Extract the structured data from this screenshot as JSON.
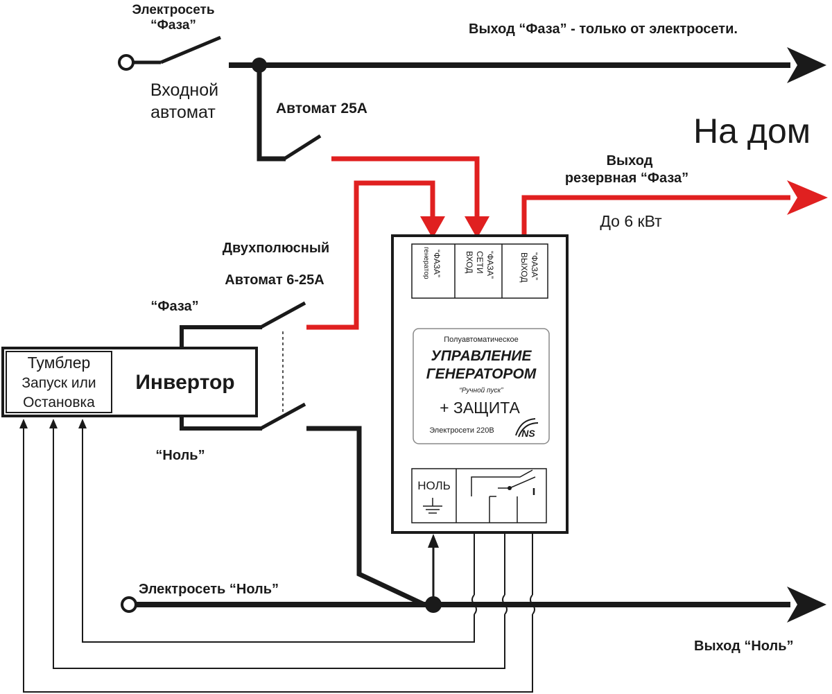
{
  "labels": {
    "mains_phase_line1": "Электросеть",
    "mains_phase_line2": "“Фаза”",
    "input_breaker_line1": "Входной",
    "input_breaker_line2": "автомат",
    "output_phase_mains": "Выход  “Фаза” -  только от электросети.",
    "breaker_25a": "Автомат 25А",
    "to_house": "На дом",
    "reserve_line1": "Выход",
    "reserve_line2": "резервная “Фаза”",
    "up_to_6kw": "До 6 кВт",
    "double_pole_line1": "Двухполюсный",
    "double_pole_line2": "Автомат   6-25А",
    "phase_quote": "“Фаза”",
    "neutral_quote": "“Ноль”",
    "toggle_line1": "Тумблер",
    "toggle_line2": "Запуск или",
    "toggle_line3": "Остановка",
    "inverter": "Инвертор",
    "mains_neutral": "Электросеть  “Ноль”",
    "output_neutral": "Выход  “Ноль”"
  },
  "module": {
    "term_generator_line1": "генератор",
    "term_generator_line2": "“ФАЗА”",
    "term_mains_line1": "ВХОД",
    "term_mains_line2": "СЕТИ",
    "term_mains_line3": "“ФАЗА”",
    "term_output_line1": "ВЫХОД",
    "term_output_line2": "“ФАЗА”",
    "panel_top": "Полуавтоматическое",
    "panel_title1": "УПРАВЛЕНИЕ",
    "panel_title2": "ГЕНЕРАТОРОМ",
    "panel_note": "“Ручной пуск”",
    "panel_protection": "+ ЗАЩИТА",
    "panel_footer": "Электросети 220В",
    "logo": "NS",
    "neutral_terminal": "НОЛЬ"
  },
  "colors": {
    "wire_black": "#1a1a1a",
    "wire_red": "#e02020",
    "background": "#ffffff"
  }
}
